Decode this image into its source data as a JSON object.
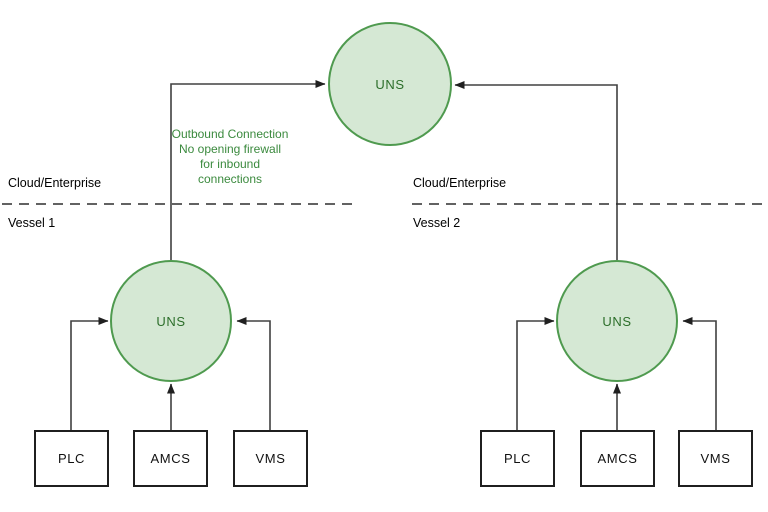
{
  "diagram": {
    "colors": {
      "node_fill": "#d5e8d4",
      "node_stroke": "#4f9a4f",
      "node_label_text": "#2c6e2a",
      "annotation_text": "#3b8a3e",
      "connector": "#333333",
      "box_stroke": "#1f1f1f",
      "zone_label_text": "#000000"
    },
    "cloud_node": {
      "label": "UNS"
    },
    "annotation": {
      "lines": [
        "Outbound Connection",
        "No opening firewall",
        "for inbound",
        "connections"
      ]
    },
    "zones": {
      "left": {
        "above_line": "Cloud/Enterprise",
        "below_line": "Vessel 1"
      },
      "right": {
        "above_line": "Cloud/Enterprise",
        "below_line": "Vessel 2"
      }
    },
    "vessel1": {
      "hub_label": "UNS",
      "devices": [
        "PLC",
        "AMCS",
        "VMS"
      ]
    },
    "vessel2": {
      "hub_label": "UNS",
      "devices": [
        "PLC",
        "AMCS",
        "VMS"
      ]
    }
  }
}
